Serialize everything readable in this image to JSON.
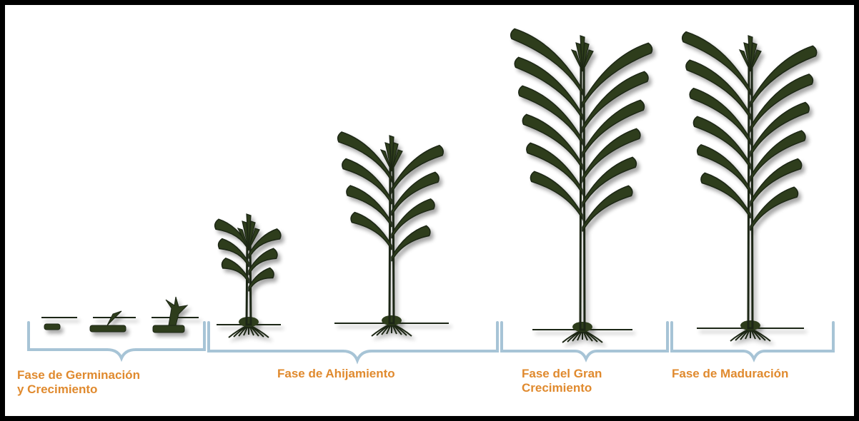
{
  "colors": {
    "plant_fill": "#2e3d1f",
    "plant_stroke": "#1c2612",
    "bracket": "#a7c4d6",
    "label": "#e08a2e",
    "border": "#000000",
    "background": "#ffffff"
  },
  "phases": [
    {
      "line1": "Fase de Germinación",
      "line2": "y Crecimiento"
    },
    {
      "line1": "Fase de Ahijamiento",
      "line2": ""
    },
    {
      "line1": "Fase del Gran",
      "line2": "Crecimiento"
    },
    {
      "line1": "Fase de Maduración",
      "line2": ""
    }
  ]
}
